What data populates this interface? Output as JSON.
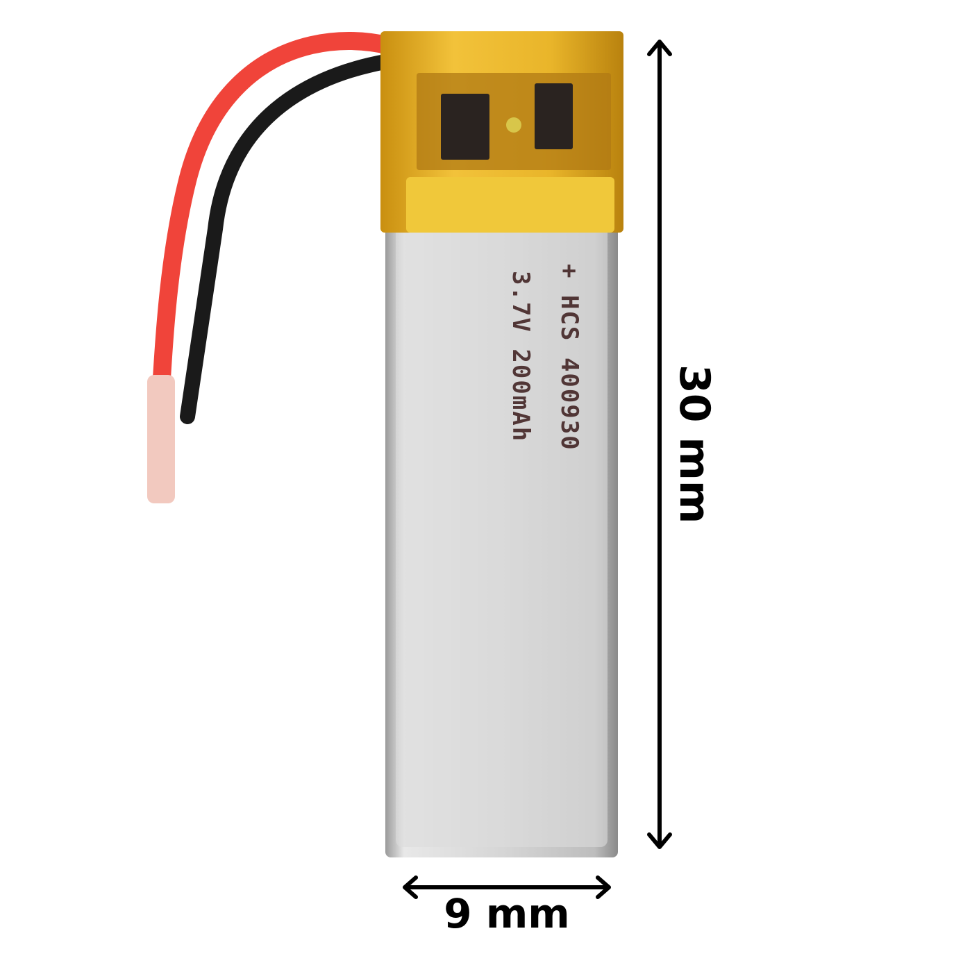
{
  "image": {
    "subject": "Lithium polymer battery cell with protection circuit and lead wires",
    "background_color": "#ffffff"
  },
  "battery": {
    "colors": {
      "silver_body": "#cfcfcf",
      "kapton_tape": "#e8b420",
      "pcb_chip": "#2a2320",
      "red_wire": "#f0443a",
      "black_wire": "#1a1a1a",
      "wire_tip": "#f2c9bf",
      "print": "#3a1a1a"
    },
    "printed_text_uncertain": {
      "note": "Dot-matrix print, rotated 90 degrees; tokens below are best-effort guesses, not verified readings",
      "tokens": [
        "+",
        "HCS",
        "3.7V",
        "200mAh",
        "400930"
      ]
    }
  },
  "dimensions": {
    "height_label": "30 mm",
    "width_label": "9 mm",
    "arrow_color": "#000000"
  }
}
